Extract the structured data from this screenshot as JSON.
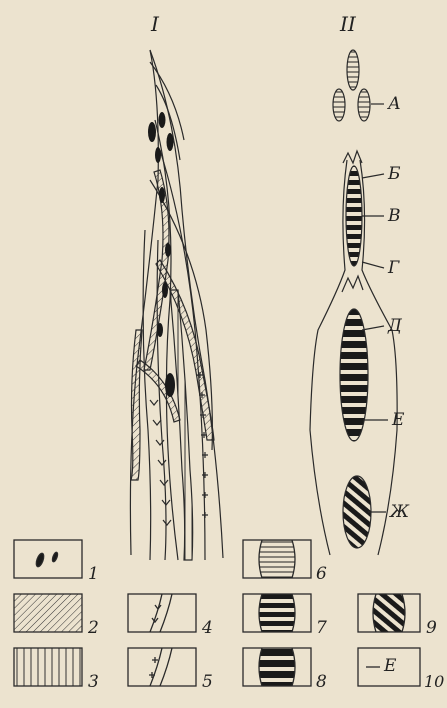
{
  "columns": {
    "left": "I",
    "right": "II"
  },
  "zone_labels": [
    "А",
    "Б",
    "В",
    "Г",
    "Д",
    "Е",
    "Ж"
  ],
  "legend_numbers": [
    "1",
    "2",
    "3",
    "4",
    "5",
    "6",
    "7",
    "8",
    "9"
  ],
  "legend_e_label": "Е",
  "legend_e_number": "10"
}
